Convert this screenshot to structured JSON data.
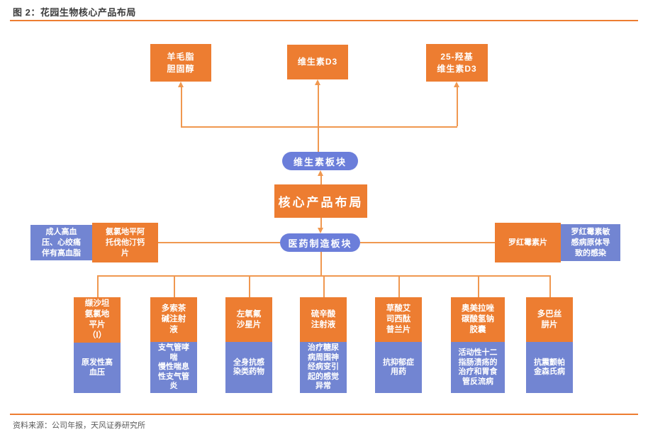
{
  "figure": {
    "title": "图 2：花园生物核心产品布局",
    "source": "资料来源：公司年报，天风证券研究所"
  },
  "colors": {
    "orange": "#ED7D31",
    "box_blue": "#7285D2",
    "pill_blue": "#6B7EDA",
    "line_orange": "#F09850",
    "title_color": "#3D3D3D",
    "source_color": "#595959"
  },
  "diagram": {
    "core_label": "核心产品布局",
    "vitamin": {
      "segment_label": "维生素板块",
      "products": [
        "羊毛脂\n胆固醇",
        "维生素D3",
        "25-羟基\n维生素D3"
      ]
    },
    "pharma": {
      "segment_label": "医药制造板块",
      "left": {
        "indication": "成人高血\n压、心绞痛\n伴有高血脂",
        "product": "氨氯地平阿\n托伐他汀钙\n片"
      },
      "right": {
        "product": "罗红霉素片",
        "indication": "罗红霉素敏\n感病原体导\n致的感染"
      },
      "products": [
        {
          "product": "缬沙坦\n氨氯地\n平片\n（I）",
          "indication": "原发性高\n血压"
        },
        {
          "product": "多索茶\n碱注射\n液",
          "indication": "支气管哮\n喘\n慢性喘息\n性支气管\n炎"
        },
        {
          "product": "左氧氟\n沙星片",
          "indication": "全身抗感\n染类药物"
        },
        {
          "product": "硫辛酸\n注射液",
          "indication": "治疗糖尿\n病周围神\n经病变引\n起的感觉\n异常"
        },
        {
          "product": "草酸艾\n司西酞\n普兰片",
          "indication": "抗抑郁症\n用药"
        },
        {
          "product": "奥美拉唑\n碳酸氢钠\n胶囊",
          "indication": "活动性十二\n指肠溃疡的\n治疗和胃食\n管反流病"
        },
        {
          "product": "多巴丝\n肼片",
          "indication": "抗震颤帕\n金森氏病"
        }
      ]
    }
  }
}
